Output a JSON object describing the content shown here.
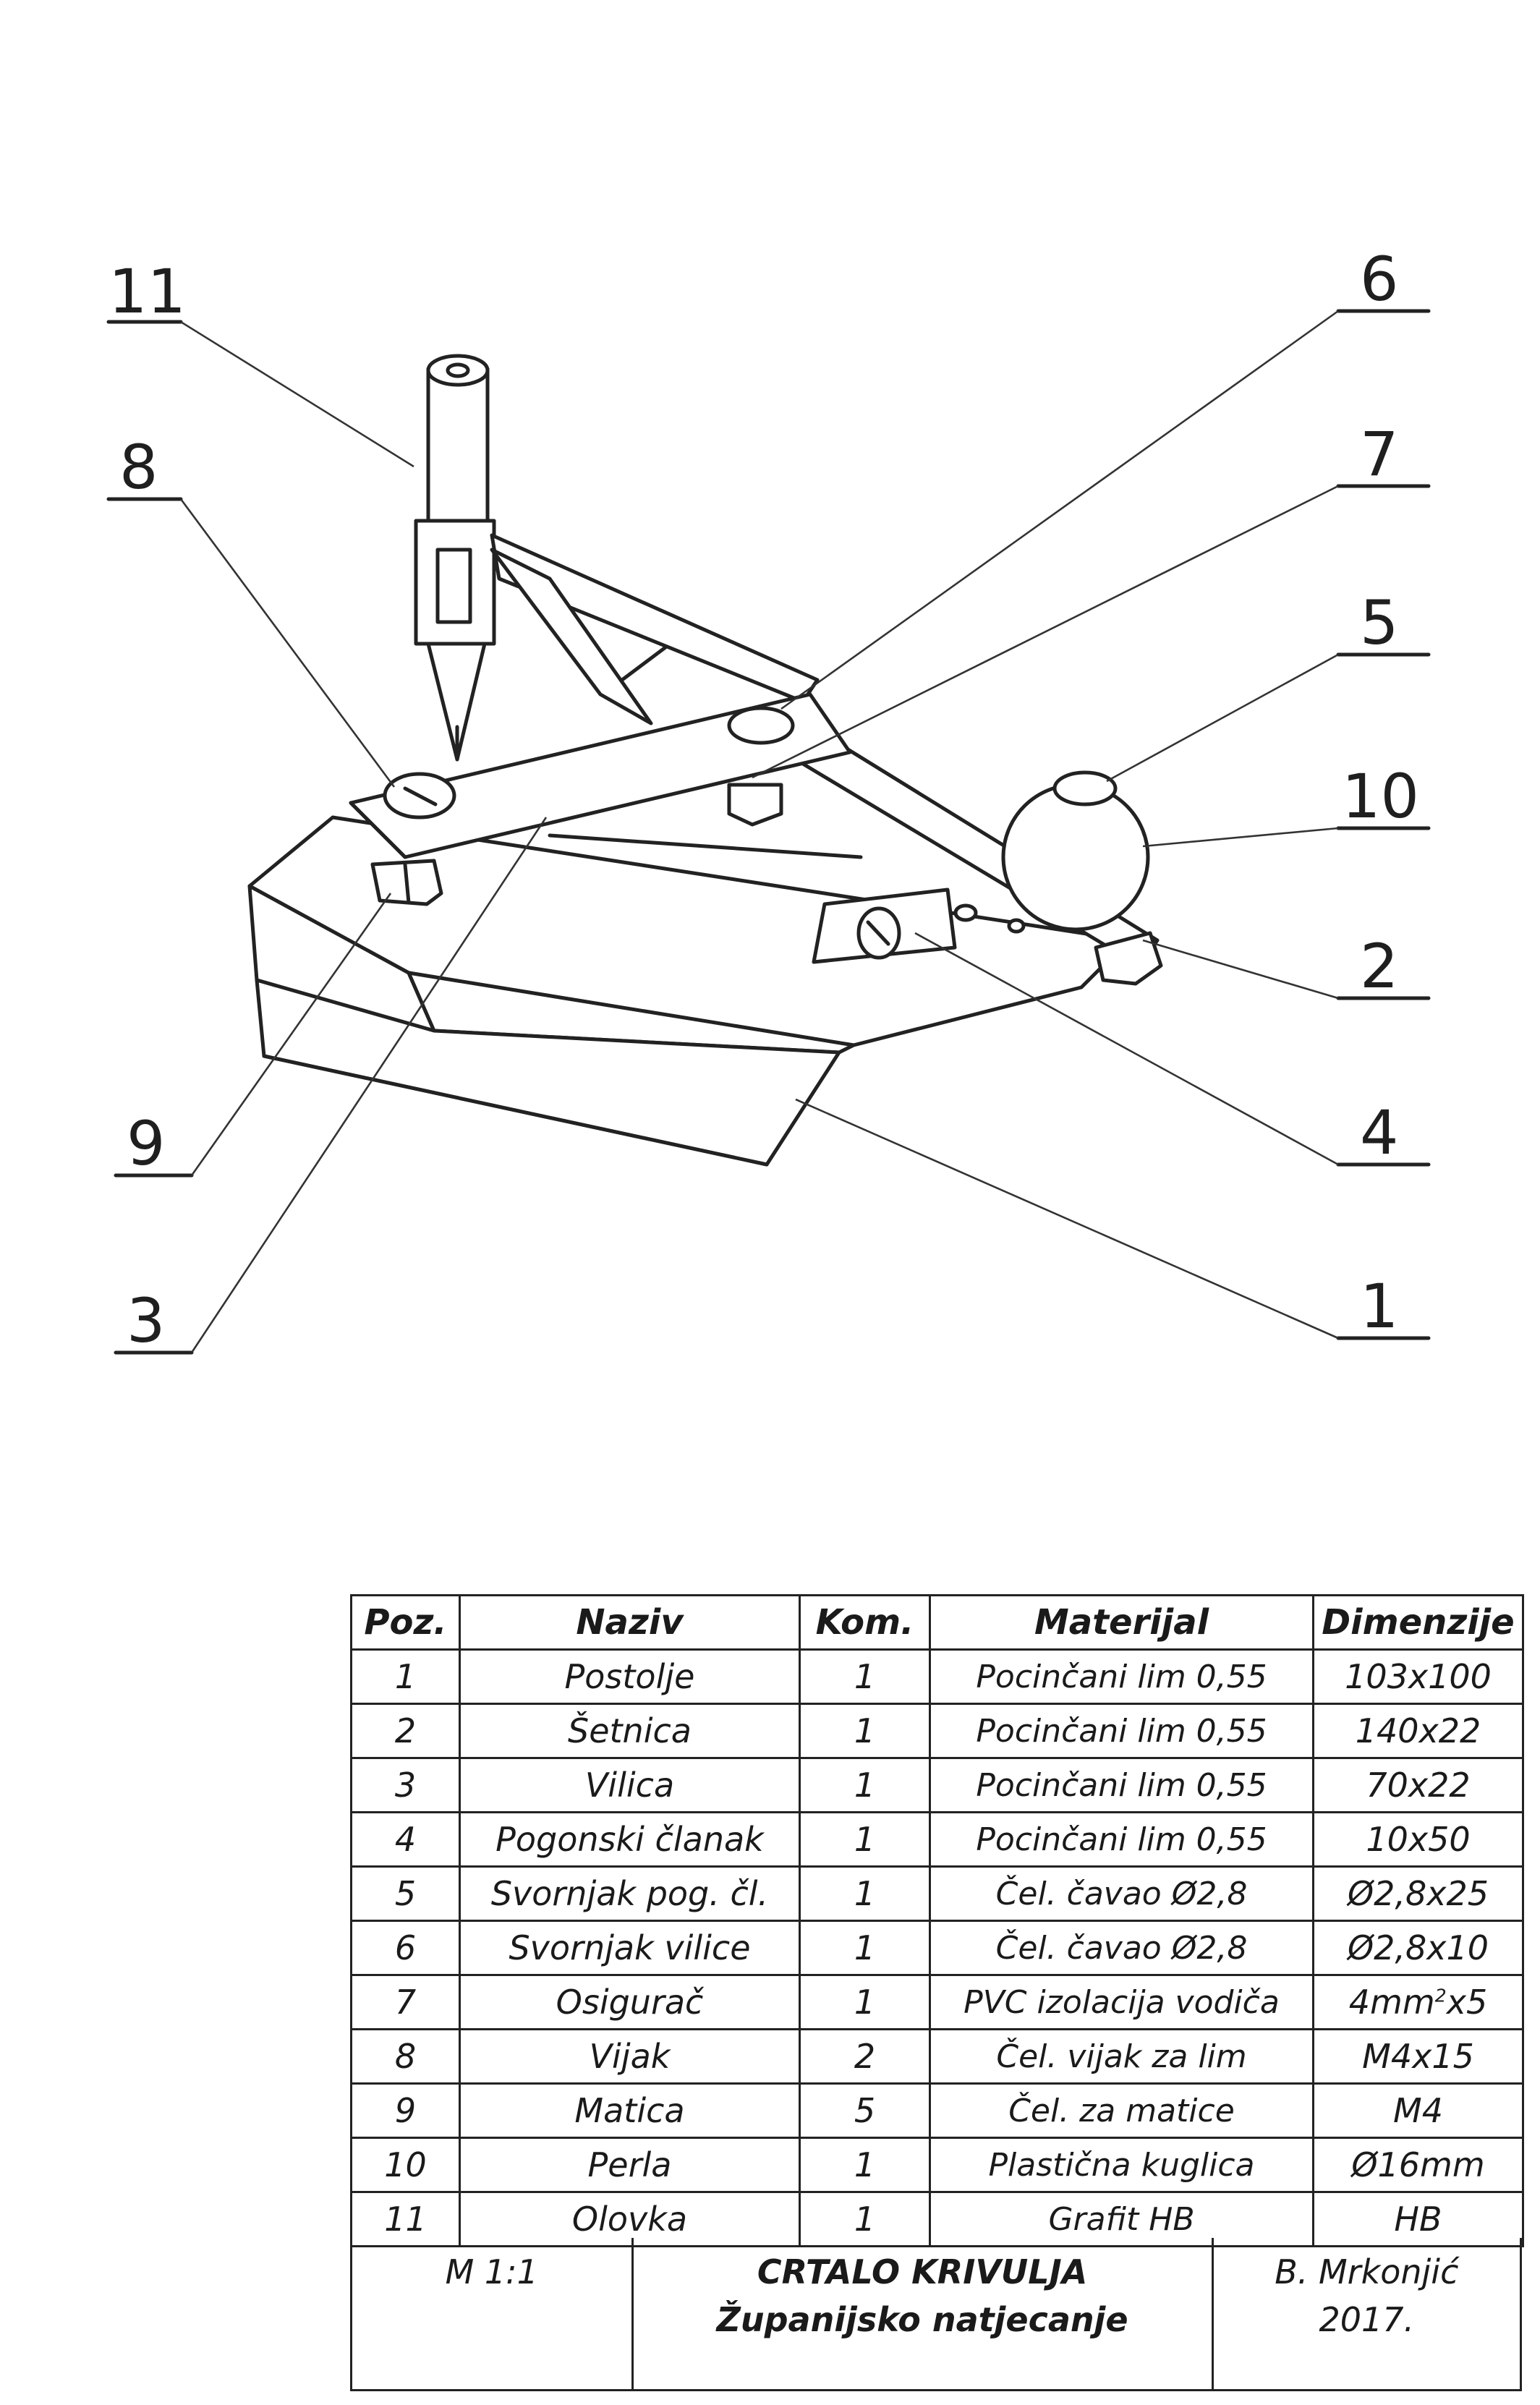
{
  "callouts": [
    "11",
    "8",
    "6",
    "7",
    "5",
    "10",
    "2",
    "9",
    "4",
    "3",
    "1"
  ],
  "table": {
    "headers": [
      "Poz.",
      "Naziv",
      "Kom.",
      "Materijal",
      "Dimenzije"
    ],
    "rows": [
      {
        "poz": "1",
        "naziv": "Postolje",
        "kom": "1",
        "materijal": "Pocinčani lim 0,55",
        "dimenzije": "103x100"
      },
      {
        "poz": "2",
        "naziv": "Šetnica",
        "kom": "1",
        "materijal": "Pocinčani lim 0,55",
        "dimenzije": "140x22"
      },
      {
        "poz": "3",
        "naziv": "Vilica",
        "kom": "1",
        "materijal": "Pocinčani lim 0,55",
        "dimenzije": "70x22"
      },
      {
        "poz": "4",
        "naziv": "Pogonski članak",
        "kom": "1",
        "materijal": "Pocinčani lim 0,55",
        "dimenzije": "10x50"
      },
      {
        "poz": "5",
        "naziv": "Svornjak pog. čl.",
        "kom": "1",
        "materijal": "Čel. čavao Ø2,8",
        "dimenzije": "Ø2,8x25"
      },
      {
        "poz": "6",
        "naziv": "Svornjak vilice",
        "kom": "1",
        "materijal": "Čel. čavao Ø2,8",
        "dimenzije": "Ø2,8x10"
      },
      {
        "poz": "7",
        "naziv": "Osigurač",
        "kom": "1",
        "materijal": "PVC izolacija vodiča",
        "dimenzije_pre": "4mm",
        "dimenzije_sup": "2",
        "dimenzije_post": "x5"
      },
      {
        "poz": "8",
        "naziv": "Vijak",
        "kom": "2",
        "materijal": "Čel. vijak za lim",
        "dimenzije": "M4x15"
      },
      {
        "poz": "9",
        "naziv": "Matica",
        "kom": "5",
        "materijal": "Čel. za matice",
        "dimenzije": "M4"
      },
      {
        "poz": "10",
        "naziv": "Perla",
        "kom": "1",
        "materijal": "Plastična kuglica",
        "dimenzije": "Ø16mm"
      },
      {
        "poz": "11",
        "naziv": "Olovka",
        "kom": "1",
        "materijal": "Grafit HB",
        "dimenzije": "HB"
      }
    ]
  },
  "title_block": {
    "scale": "M 1:1",
    "title": "CRTALO KRIVULJA",
    "subtitle": "Županijsko natjecanje",
    "author": "B. Mrkonjić",
    "year": "2017."
  }
}
